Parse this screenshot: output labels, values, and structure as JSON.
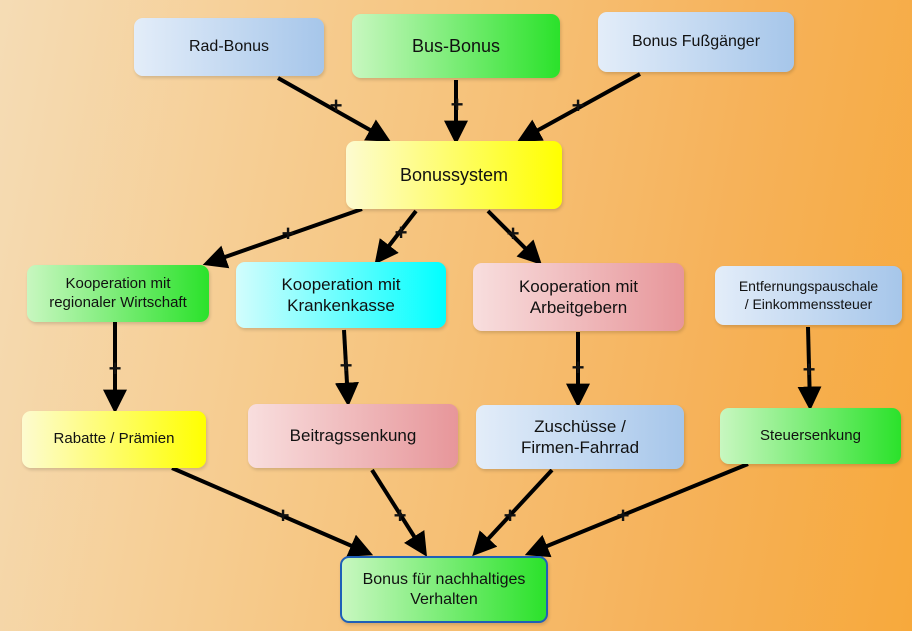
{
  "nodes": {
    "rad_bonus": "Rad-Bonus",
    "bus_bonus": "Bus-Bonus",
    "bonus_fussgaenger": "Bonus Fußgänger",
    "bonussystem": "Bonussystem",
    "kooperation_wirtschaft": "Kooperation mit\nregionaler Wirtschaft",
    "kooperation_krankenkasse": "Kooperation mit\nKrankenkasse",
    "kooperation_arbeitgeber": "Kooperation mit\nArbeitgebern",
    "entfernungspauschale": "Entfernungspauschale\n/ Einkommenssteuer",
    "rabatte": "Rabatte / Prämien",
    "beitragssenkung": "Beitragssenkung",
    "zuschuesse": "Zuschüsse /\nFirmen-Fahrrad",
    "steuersenkung": "Steuersenkung",
    "bonus_final": "Bonus für nachhaltiges\nVerhalten"
  },
  "edge_label": "+",
  "colors": {
    "blue": "#a6c6ea",
    "green": "#2be22b",
    "yellow": "#ffff00",
    "cyan": "#00ffff",
    "pink": "#e7969a",
    "final_border": "#1f5fb8",
    "arrow": "#000000"
  }
}
